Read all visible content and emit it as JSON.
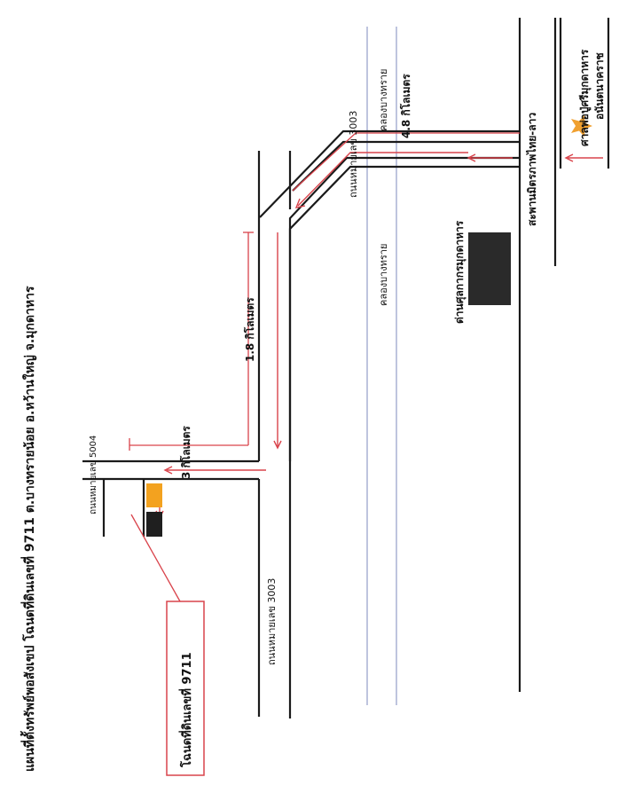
{
  "title": "แผนที่ตั้งทรัพย์พอสังเขป โฉนดที่ดินเลขที่ 9711 ต.บางทรายน้อย อ.หว้านใหญ่ จ.มุกดาหาร",
  "labels": {
    "monument": "ศาลพ่อปู่ศรีมุกดาหาร",
    "monument2": "อนันตนาคราช",
    "bridge": "สะพานมิตรภาพไทย-ลาว",
    "distance_48": "4.8 กิโลเมตร",
    "canal_top": "คลองบางทราย",
    "canal_bottom": "คลองบางทราย",
    "road_3003_upper": "ถนนหมายเลข 3003",
    "customs": "ด่านศุลกากรมุกดาหาร",
    "distance_18": "1.8 กิโลเมตร",
    "distance_3": "3 กิโลเมตร",
    "road_5004": "ถนนหมายเลข 5004",
    "road_3003_lower": "ถนนหมายเลข 3003",
    "deed_box": "โฉนดที่ดินเลขที่ 9711"
  },
  "colors": {
    "road": "#1a1a1a",
    "red": "#d9434b",
    "canal": "#aeb6d6",
    "star": "#f0a030",
    "building": "#2a2a2a",
    "parcel_orange": "#f3a21f",
    "parcel_dark": "#1f1f1f"
  },
  "icons": {
    "monument": "star-icon",
    "customs": "building-block",
    "parcel": "parcel-marker"
  }
}
